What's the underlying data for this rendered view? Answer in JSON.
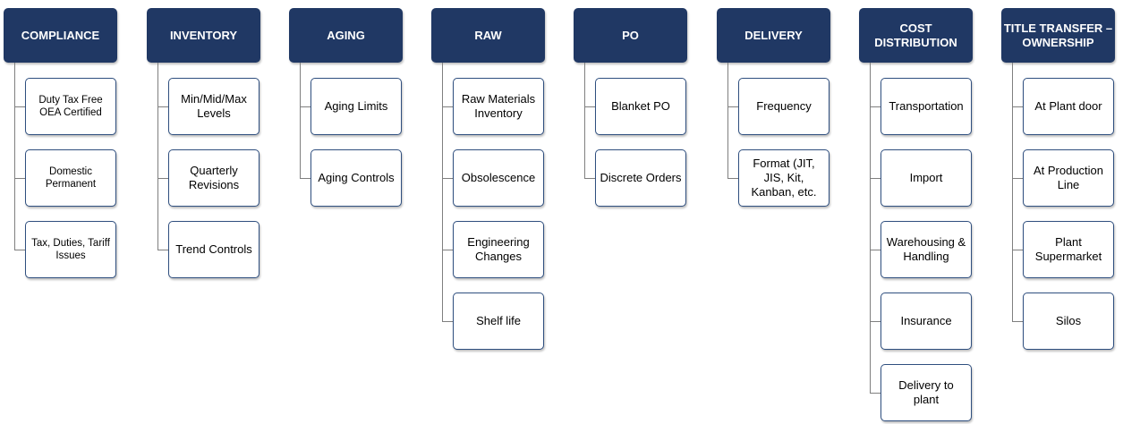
{
  "columns": [
    {
      "title": "COMPLIANCE",
      "items": [
        "Duty Tax Free OEA Certified",
        "Domestic Permanent",
        "Tax, Duties, Tariff Issues"
      ]
    },
    {
      "title": "INVENTORY",
      "items": [
        "Min/Mid/Max Levels",
        "Quarterly Revisions",
        "Trend Controls"
      ]
    },
    {
      "title": "AGING",
      "items": [
        "Aging Limits",
        "Aging Controls"
      ]
    },
    {
      "title": "RAW",
      "items": [
        "Raw Materials Inventory",
        "Obsolescence",
        "Engineering Changes",
        "Shelf life"
      ]
    },
    {
      "title": "PO",
      "items": [
        "Blanket PO",
        "Discrete Orders"
      ]
    },
    {
      "title": "DELIVERY",
      "items": [
        "Frequency",
        "Format (JIT, JIS, Kit, Kanban, etc."
      ]
    },
    {
      "title": "COST DISTRIBUTION",
      "items": [
        "Transportation",
        "Import",
        "Warehousing & Handling",
        "Insurance",
        "Delivery to plant"
      ]
    },
    {
      "title": "TITLE TRANSFER – OWNERSHIP",
      "items": [
        "At Plant door",
        "At Production Line",
        "Plant Supermarket",
        "Silos"
      ]
    }
  ]
}
